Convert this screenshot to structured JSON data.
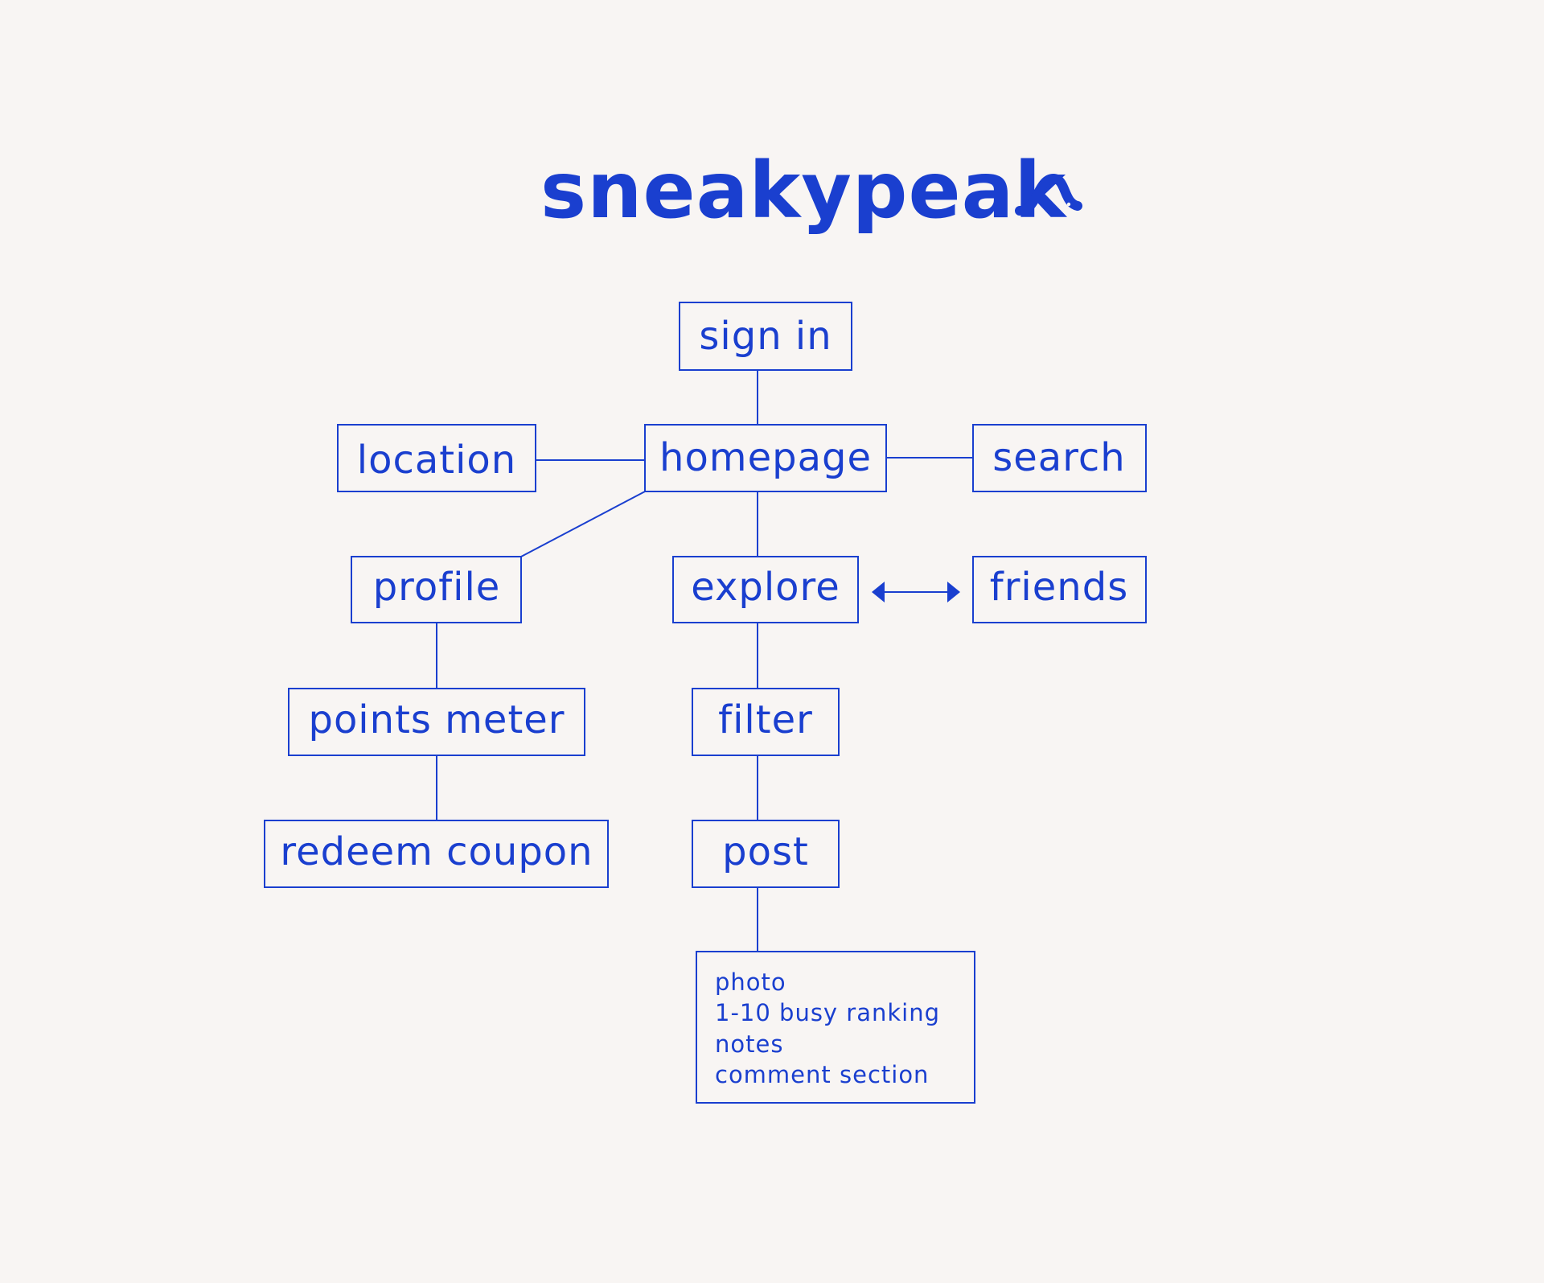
{
  "brand": {
    "logo_text": "sneakypeak",
    "color": "#1a3fcf"
  },
  "diagram": {
    "nodes": {
      "sign_in": "sign in",
      "homepage": "homepage",
      "location": "location",
      "search": "search",
      "profile": "profile",
      "explore": "explore",
      "friends": "friends",
      "points_meter": "points meter",
      "filter": "filter",
      "redeem_coupon": "redeem coupon",
      "post": "post"
    },
    "post_details": [
      "photo",
      "1-10 busy ranking",
      "notes",
      "comment section"
    ],
    "edges": [
      {
        "from": "sign_in",
        "to": "homepage"
      },
      {
        "from": "homepage",
        "to": "location"
      },
      {
        "from": "homepage",
        "to": "search"
      },
      {
        "from": "homepage",
        "to": "profile"
      },
      {
        "from": "homepage",
        "to": "explore"
      },
      {
        "from": "explore",
        "to": "friends",
        "bidirectional": true
      },
      {
        "from": "profile",
        "to": "points_meter"
      },
      {
        "from": "points_meter",
        "to": "redeem_coupon"
      },
      {
        "from": "explore",
        "to": "filter"
      },
      {
        "from": "filter",
        "to": "post"
      },
      {
        "from": "post",
        "to": "post_details"
      }
    ]
  }
}
